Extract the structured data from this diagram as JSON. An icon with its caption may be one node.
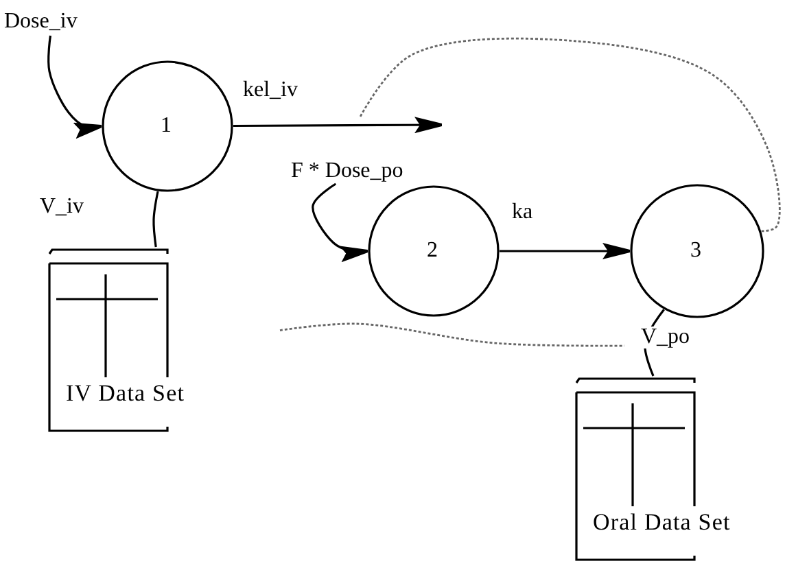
{
  "diagram": {
    "nodes": [
      {
        "text": [
          "Dose_iv"
        ]
      },
      {
        "text": [
          "1"
        ]
      },
      {
        "text": [
          "F * Dose_po"
        ]
      },
      {
        "text": [
          "2"
        ]
      },
      {
        "text": [
          "3"
        ]
      },
      {
        "text": [
          "IV Data Set"
        ]
      },
      {
        "text": [
          "Oral Data Set"
        ]
      }
    ],
    "edges": [
      {
        "from": 0,
        "to": 1,
        "arrow": "to"
      },
      {
        "from": 1,
        "to": null,
        "arrow": "to",
        "label": "kel_iv"
      },
      {
        "from": 2,
        "to": 3,
        "arrow": "to"
      },
      {
        "from": 3,
        "to": 4,
        "arrow": "to",
        "label": "ka"
      },
      {
        "from": 1,
        "to": 5,
        "arrow": "none",
        "label": "V_iv"
      },
      {
        "from": 4,
        "to": 6,
        "arrow": "none",
        "label": "V_po"
      },
      {
        "from": 4,
        "to": null,
        "arrow": "none",
        "style": "dashed",
        "color": "#666666"
      },
      {
        "from": 5,
        "to": null,
        "arrow": "none",
        "style": "dashed",
        "color": "#666666"
      }
    ]
  }
}
